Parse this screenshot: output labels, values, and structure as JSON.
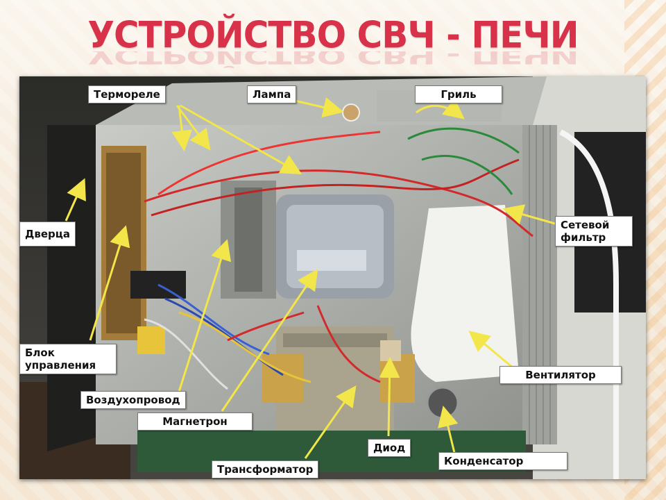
{
  "slide": {
    "title": "УСТРОЙСТВО СВЧ - ПЕЧИ"
  },
  "labels": {
    "thermorelay": "Термореле",
    "lamp": "Лампа",
    "grill": "Гриль",
    "door": "Дверца",
    "network_filter_line1": "Сетевой",
    "network_filter_line2": "фильтр",
    "control_block_line1": "Блок",
    "control_block_line2": "управления",
    "air_duct": "Воздухопровод",
    "magnetron": "Магнетрон",
    "fan": "Вентилятор",
    "diode": "Диод",
    "capacitor": "Конденсатор",
    "transformer": "Трансформатор"
  },
  "colors": {
    "title": "#d8324a",
    "arrow": "#f2e64a",
    "label_bg": "#ffffff"
  }
}
